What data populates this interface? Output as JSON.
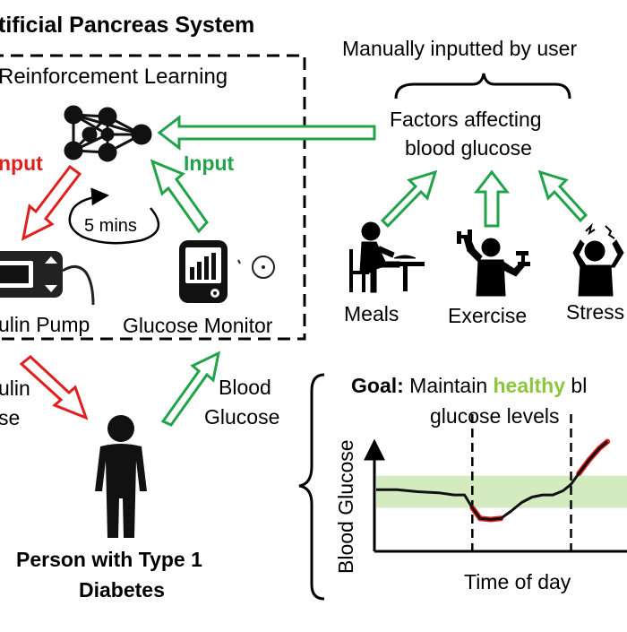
{
  "title": "tificial Pancreas System",
  "rl_box": {
    "label": "Reinforcement Learning"
  },
  "factors": {
    "bracket_label": "Manually inputted by user",
    "line1": "Factors affecting",
    "line2": "blood glucose",
    "items": [
      {
        "label": "Meals",
        "icon": "meals-icon"
      },
      {
        "label": "Exercise",
        "icon": "exercise-icon"
      },
      {
        "label": "Stress",
        "icon": "stress-icon"
      }
    ]
  },
  "inputs": {
    "left": "nput",
    "right": "Input"
  },
  "loop": {
    "label": "5 mins"
  },
  "devices": {
    "pump": "ulin Pump",
    "monitor": "Glucose Monitor"
  },
  "insulin_dose": {
    "line1": "ulin",
    "line2": "se"
  },
  "blood_glucose": {
    "line1": "Blood",
    "line2": "Glucose"
  },
  "person": {
    "line1": "Person with Type 1",
    "line2": "Diabetes"
  },
  "goal": {
    "bold": "Goal:",
    "text": " Maintain ",
    "highlight": "healthy",
    "tail": " bl",
    "line2": "glucose levels"
  },
  "colors": {
    "green": "#22a34a",
    "red": "#e0201e",
    "healthy_band": "#d4ebc0",
    "healthy_text": "#8cc63f"
  },
  "chart_data": {
    "type": "line",
    "xlabel": "Time of day",
    "ylabel": "Blood Glucose",
    "healthy_range": [
      40,
      70
    ],
    "markers_x": [
      37,
      75
    ],
    "x": [
      0,
      8,
      16,
      24,
      30,
      34,
      37,
      40,
      44,
      48,
      52,
      56,
      60,
      64,
      68,
      72,
      75,
      78,
      82,
      86,
      89
    ],
    "y": [
      57,
      57,
      55,
      54,
      52,
      52,
      40,
      30,
      29,
      30,
      37,
      45,
      50,
      52,
      52,
      56,
      62,
      72,
      85,
      96,
      102
    ],
    "low_segment_x": [
      37,
      48
    ],
    "high_segment_x": [
      78,
      89
    ]
  }
}
